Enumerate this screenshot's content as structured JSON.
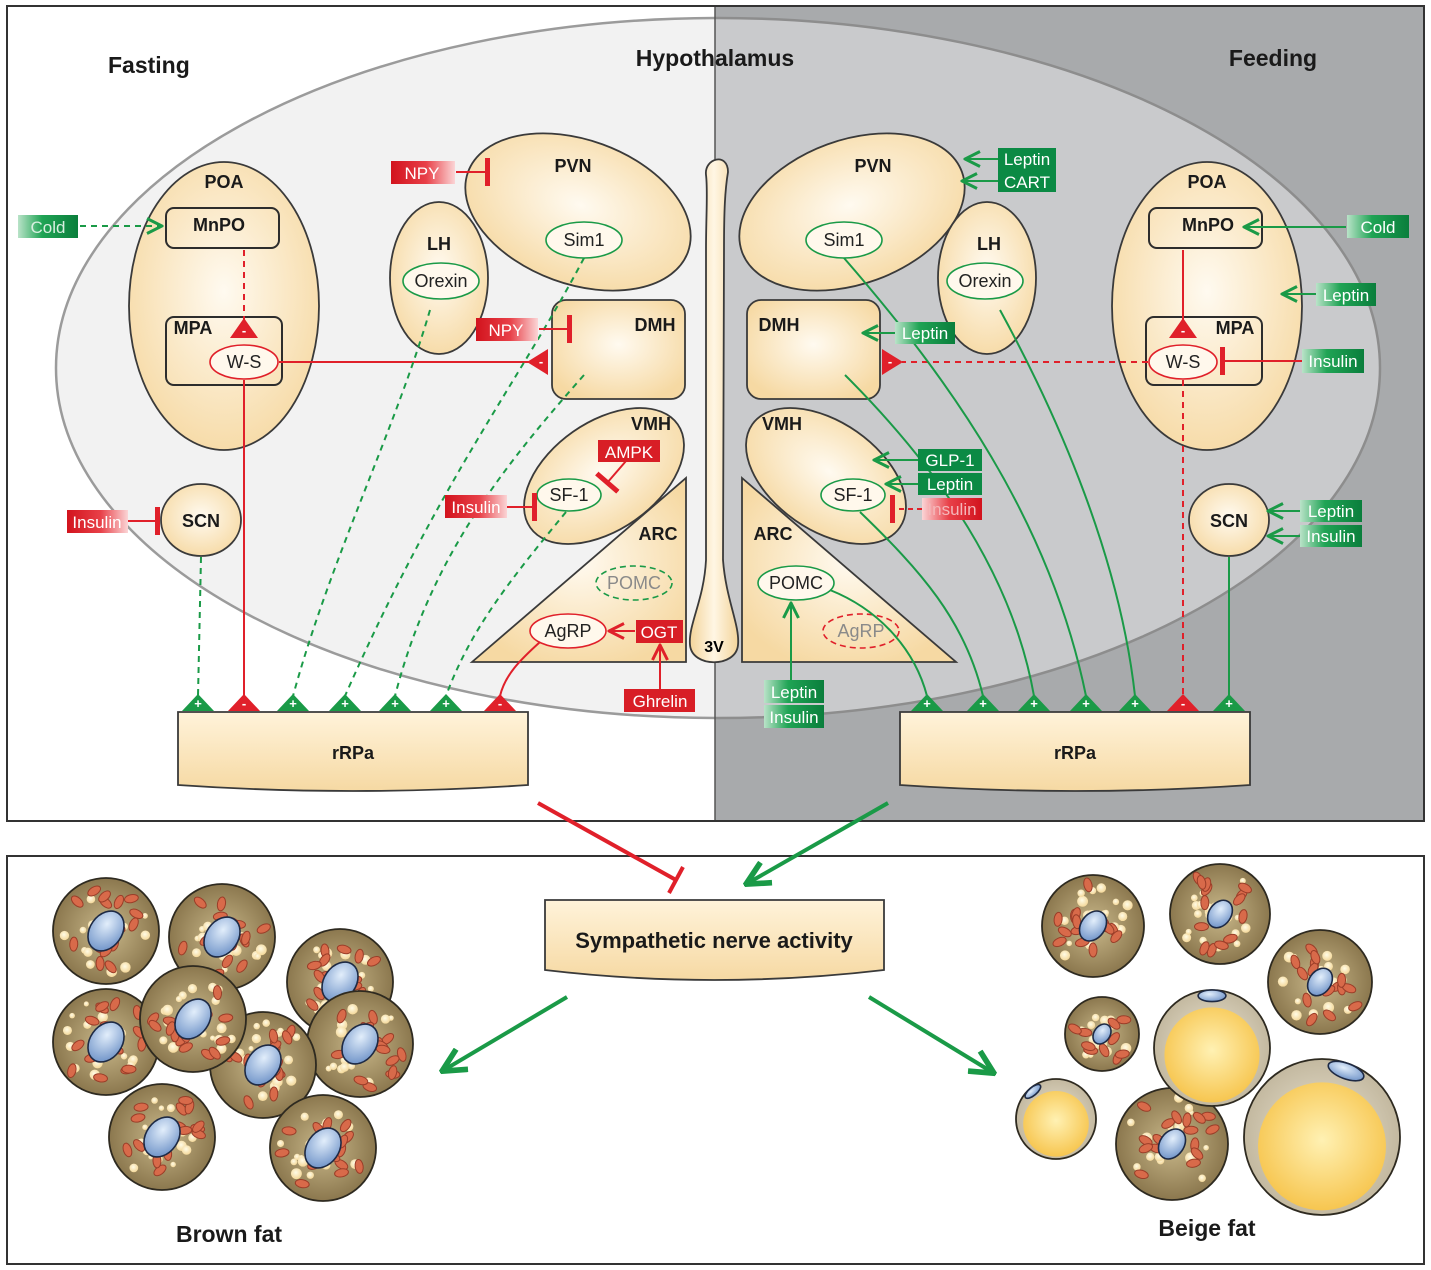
{
  "colors": {
    "excite": "#1a9a47",
    "inhibit": "#e0202a",
    "nucleus_fill": "#fbe3b4",
    "feeding_bg": "#a9abad",
    "fasting_bg": "#ffffff",
    "tag_green": "#0b8a44",
    "tag_red": "#d81e26"
  },
  "titles": {
    "fasting": "Fasting",
    "hypothalamus": "Hypothalamus",
    "feeding": "Feeding",
    "sympathetic": "Sympathetic nerve activity",
    "brown_fat": "Brown fat",
    "beige_fat": "Beige fat",
    "third_ventricle": "3V"
  },
  "regions": {
    "poa": "POA",
    "mnpo": "MnPO",
    "mpa": "MPA",
    "ws": "W-S",
    "lh": "LH",
    "orexin": "Orexin",
    "pvn": "PVN",
    "sim1": "Sim1",
    "dmh": "DMH",
    "vmh": "VMH",
    "sf1": "SF-1",
    "arc": "ARC",
    "pomc": "POMC",
    "agrp": "AgRP",
    "scn": "SCN",
    "rrpa": "rRPa"
  },
  "signs": {
    "plus": "+",
    "minus": "-"
  },
  "fasting_tags": {
    "cold": "Cold",
    "npy_pvn": "NPY",
    "npy_dmh": "NPY",
    "ampk": "AMPK",
    "insulin_vmh": "Insulin",
    "insulin_scn": "Insulin",
    "ogt": "OGT",
    "ghrelin": "Ghrelin"
  },
  "feeding_tags": {
    "leptin_pvn": "Leptin",
    "cart": "CART",
    "cold": "Cold",
    "leptin_poa": "Leptin",
    "leptin_dmh": "Leptin",
    "insulin_mpa": "Insulin",
    "glp1": "GLP-1",
    "leptin_vmh": "Leptin",
    "insulin_vmh": "Insulin",
    "leptin_scn": "Leptin",
    "insulin_scn": "Insulin",
    "leptin_arc": "Leptin",
    "insulin_arc": "Insulin"
  }
}
